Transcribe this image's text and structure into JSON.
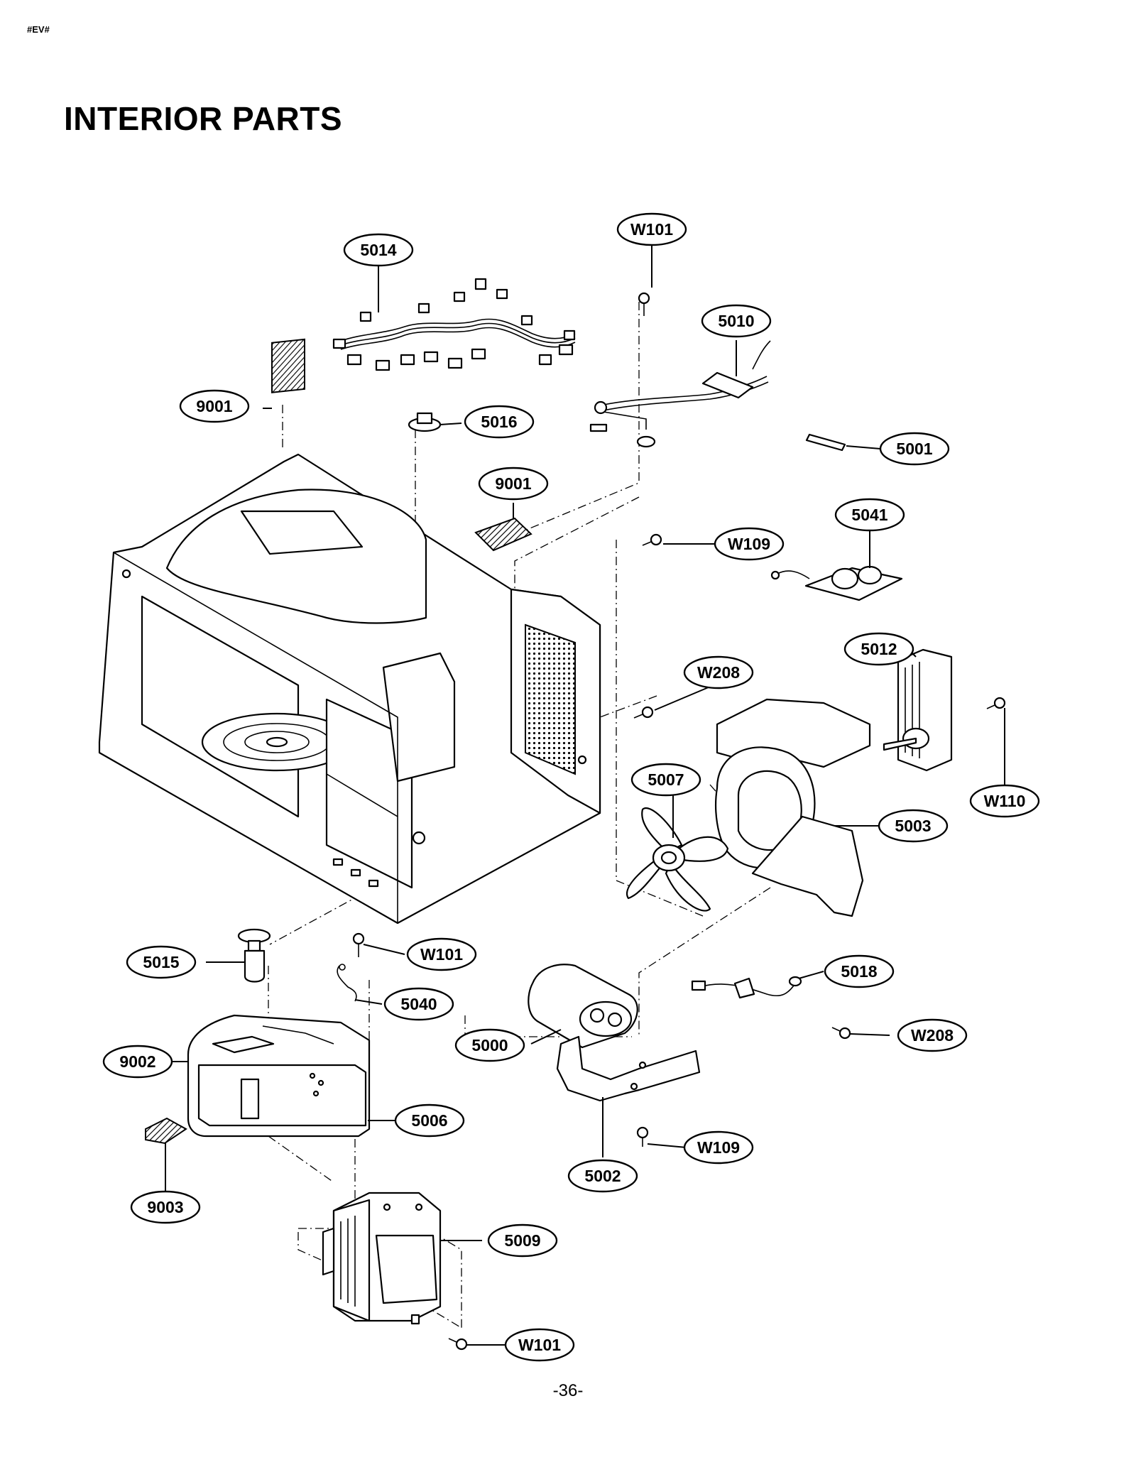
{
  "header": {
    "corner_tag": "#EV#",
    "title": "INTERIOR PARTS"
  },
  "footer": {
    "page_number": "-36-"
  },
  "callouts": [
    {
      "id": "c01",
      "label": "5014"
    },
    {
      "id": "c02",
      "label": "W101"
    },
    {
      "id": "c03",
      "label": "5010"
    },
    {
      "id": "c04",
      "label": "9001"
    },
    {
      "id": "c05",
      "label": "5016"
    },
    {
      "id": "c06",
      "label": "5001"
    },
    {
      "id": "c07",
      "label": "9001"
    },
    {
      "id": "c08",
      "label": "5041"
    },
    {
      "id": "c09",
      "label": "W109"
    },
    {
      "id": "c10",
      "label": "5012"
    },
    {
      "id": "c11",
      "label": "W208"
    },
    {
      "id": "c12",
      "label": "5007"
    },
    {
      "id": "c13",
      "label": "W110"
    },
    {
      "id": "c14",
      "label": "5003"
    },
    {
      "id": "c15",
      "label": "W101"
    },
    {
      "id": "c16",
      "label": "5015"
    },
    {
      "id": "c17",
      "label": "5018"
    },
    {
      "id": "c18",
      "label": "5040"
    },
    {
      "id": "c19",
      "label": "W208"
    },
    {
      "id": "c20",
      "label": "5000"
    },
    {
      "id": "c21",
      "label": "9002"
    },
    {
      "id": "c22",
      "label": "5006"
    },
    {
      "id": "c23",
      "label": "W109"
    },
    {
      "id": "c24",
      "label": "5002"
    },
    {
      "id": "c25",
      "label": "9003"
    },
    {
      "id": "c26",
      "label": "5009"
    },
    {
      "id": "c27",
      "label": "W101"
    }
  ]
}
